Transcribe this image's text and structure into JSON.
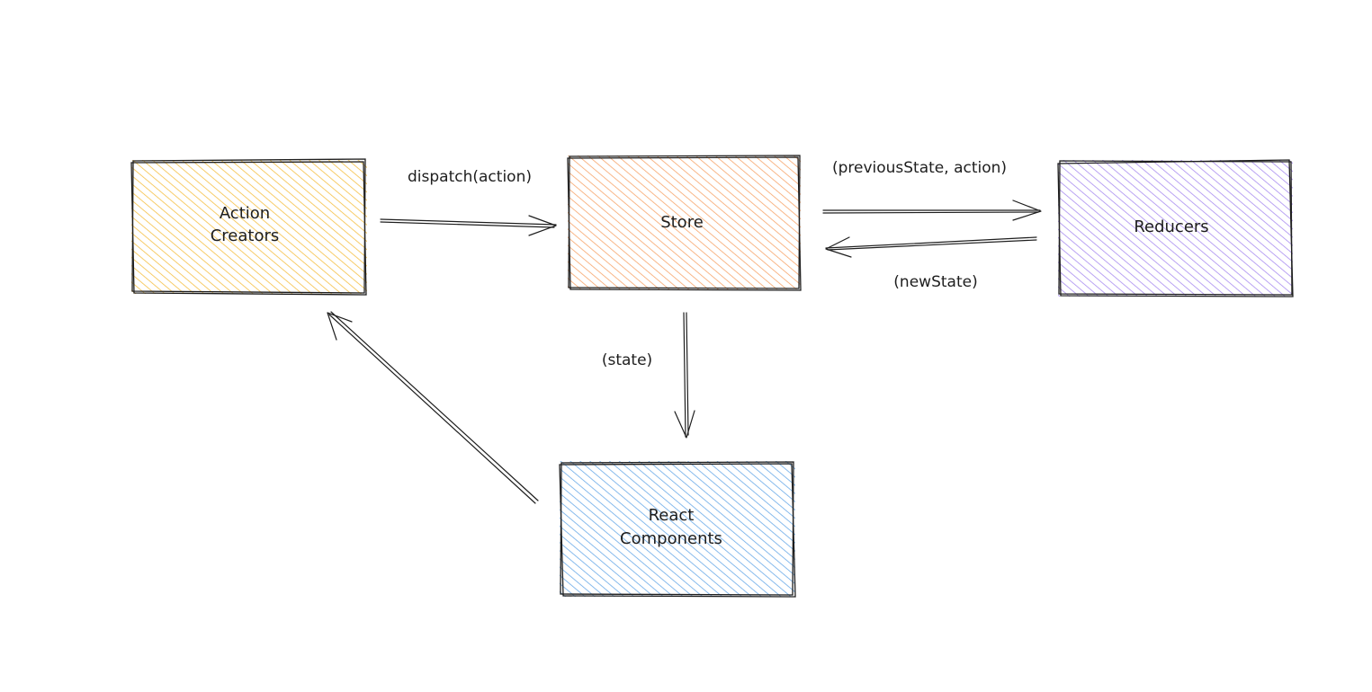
{
  "nodes": {
    "action_creators": {
      "line1": "Action",
      "line2": "Creators",
      "color": "#f5c044"
    },
    "store": {
      "line1": "Store",
      "color": "#f7a56b"
    },
    "reducers": {
      "line1": "Reducers",
      "color": "#a98df0"
    },
    "react_components": {
      "line1": "React",
      "line2": "Components",
      "color": "#6aaae8"
    }
  },
  "edges": {
    "dispatch": {
      "label": "dispatch(action)"
    },
    "to_reducers": {
      "label": "(previousState, action)"
    },
    "from_reducers": {
      "label": "(newState)"
    },
    "to_components": {
      "label": "(state)"
    }
  }
}
